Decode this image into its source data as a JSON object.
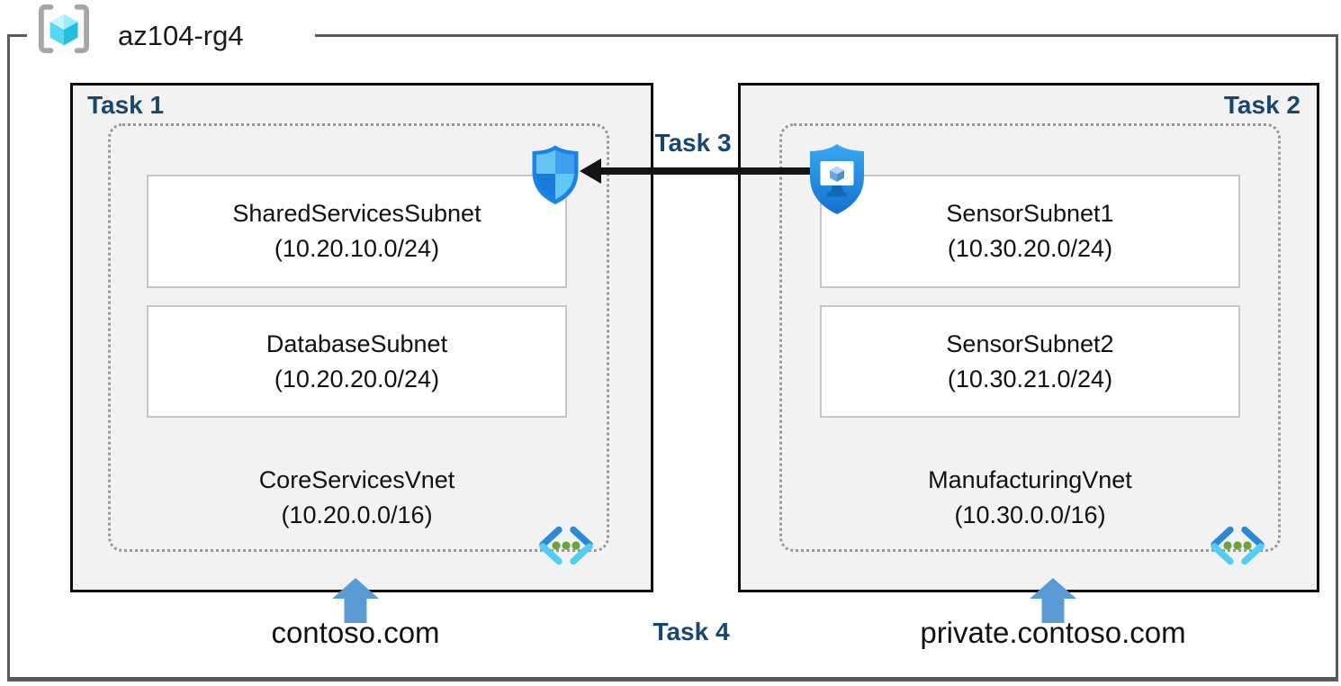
{
  "resource_group": {
    "name": "az104-rg4"
  },
  "labels": {
    "task1": "Task 1",
    "task2": "Task 2",
    "task3": "Task 3",
    "task4": "Task 4"
  },
  "vnets": [
    {
      "name": "CoreServicesVnet",
      "cidr": "(10.20.0.0/16)",
      "dns": "contoso.com",
      "subnets": [
        {
          "name": "SharedServicesSubnet",
          "cidr": "(10.20.10.0/24)"
        },
        {
          "name": "DatabaseSubnet",
          "cidr": "(10.20.20.0/24)"
        }
      ]
    },
    {
      "name": "ManufacturingVnet",
      "cidr": "(10.30.0.0/16)",
      "dns": "private.contoso.com",
      "subnets": [
        {
          "name": "SensorSubnet1",
          "cidr": "(10.30.20.0/24)"
        },
        {
          "name": "SensorSubnet2",
          "cidr": "(10.30.21.0/24)"
        }
      ]
    }
  ],
  "icons": {
    "resource_group": "resource-group-icon",
    "nsg_shield": "network-security-group-shield-icon",
    "asg_shield": "application-security-group-icon",
    "virtual_network": "virtual-network-icon",
    "peering_arrow": "left-arrow",
    "dns_arrow": "up-arrow"
  },
  "colors": {
    "task_label": "#17466f",
    "box_fill": "#f2f2f2",
    "box_border": "#0c0c0c",
    "frame_border": "#5a5a5a",
    "dotted_border": "#989898",
    "subnet_border": "#c6c6c6",
    "up_arrow_blue": "#5b9bd5",
    "peering_arrow_black": "#141414",
    "shield_blue": "#1b82e6",
    "vnet_bracket_blue": "#2a8ad6",
    "vnet_bracket_cyan": "#53cdf6",
    "vnet_dot_green": "#6ba43c"
  }
}
